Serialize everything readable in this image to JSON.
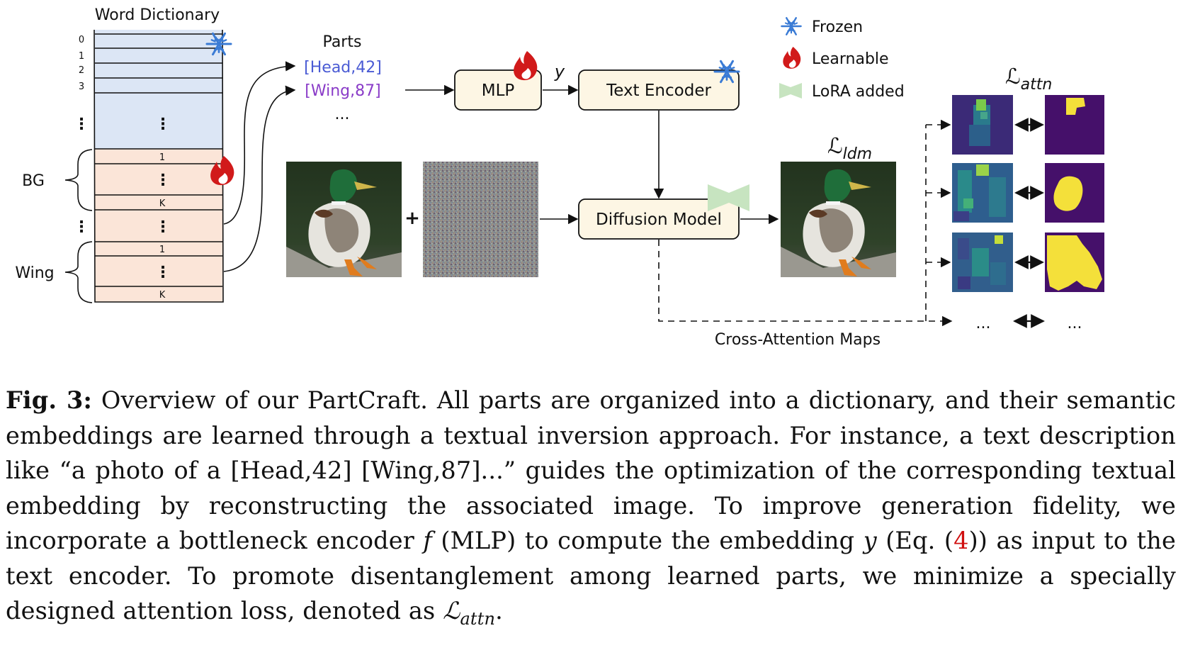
{
  "dictionary": {
    "title": "Word Dictionary",
    "indices": [
      "0",
      "1",
      "2",
      "3"
    ],
    "dots": "⋮",
    "groups": [
      {
        "label": "BG",
        "first": "1",
        "last": "K"
      },
      {
        "label": "Wing",
        "first": "1",
        "last": "K"
      }
    ],
    "colors": {
      "frozen_rows": "#dce6f5",
      "learnable_rows": "#fbe5d8"
    }
  },
  "parts": {
    "title": "Parts",
    "items": [
      {
        "text": "[Head,42]",
        "color": "#4a5bd4"
      },
      {
        "text": "[Wing,87]",
        "color": "#8a3cc8"
      }
    ],
    "more": "..."
  },
  "blocks": {
    "mlp": "MLP",
    "y_label": "y",
    "text_encoder": "Text Encoder",
    "diffusion_model": "Diffusion Model",
    "fill": "#fdf6e4"
  },
  "legend": [
    {
      "icon": "snowflake-icon",
      "label": "Frozen"
    },
    {
      "icon": "flame-icon",
      "label": "Learnable"
    },
    {
      "icon": "lora-icon",
      "label": "LoRA added"
    }
  ],
  "losses": {
    "ldm": {
      "base": "ℒ",
      "sub": "ldm"
    },
    "attn": {
      "base": "ℒ",
      "sub": "attn"
    }
  },
  "operators": {
    "plus": "+"
  },
  "cross_attention": {
    "label": "Cross-Attention Maps",
    "more": "...",
    "arrow": "⟷"
  },
  "caption": {
    "label": "Fig. 3:",
    "p1": " Overview of our PartCraft. All parts are organized into a dictionary, and their semantic embeddings are learned through a textual inversion approach. For instance, a text description like “a photo of a [Head,42] [Wing,87]...” guides the optimization of the corresponding textual embedding by reconstructing the associated image. To improve generation fidelity, we incorporate a bottleneck encoder ",
    "f": "f",
    "p2": " (MLP) to compute the embedding ",
    "y": "y",
    "p3": " (Eq. (",
    "eq": "4",
    "p4": ")) as input to the text encoder. To promote disentanglement among learned parts, we minimize a specially designed attention loss, denoted as ",
    "loss_base": "ℒ",
    "loss_sub": "attn",
    "p5": "."
  }
}
